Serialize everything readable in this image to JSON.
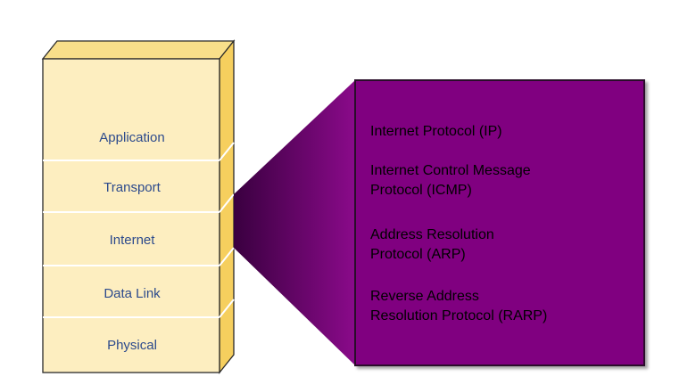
{
  "layers": [
    {
      "label": "Application"
    },
    {
      "label": "Transport"
    },
    {
      "label": "Internet"
    },
    {
      "label": "Data Link"
    },
    {
      "label": "Physical"
    }
  ],
  "protocols": [
    {
      "lines": [
        "Internet Protocol (IP)"
      ]
    },
    {
      "lines": [
        "Internet Control Message",
        "Protocol (ICMP)"
      ]
    },
    {
      "lines": [
        "Address Resolution",
        "Protocol (ARP)"
      ]
    },
    {
      "lines": [
        "Reverse Address",
        "Resolution Protocol (RARP)"
      ]
    }
  ],
  "colors": {
    "stack_front": "#fdeec0",
    "stack_top": "#f9df8a",
    "stack_side": "#f6cf5e",
    "layer_text": "#2c4a8c",
    "box_fill": "#800080",
    "box_border": "#2a0a2a",
    "connector_dark": "#3a0040",
    "connector_light": "#8a0a8a"
  },
  "highlighted_layer": "Internet"
}
